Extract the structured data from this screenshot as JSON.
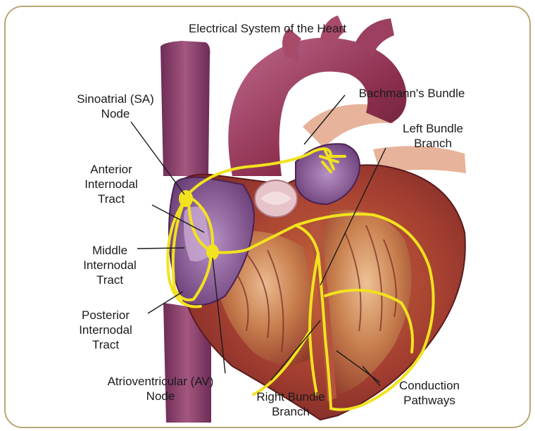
{
  "title": "Electrical System of the Heart",
  "labels": {
    "sa_node": [
      "Sinoatrial (SA)",
      "Node"
    ],
    "anterior_tract": [
      "Anterior",
      "Internodal",
      "Tract"
    ],
    "middle_tract": [
      "Middle",
      "Internodal",
      "Tract"
    ],
    "posterior_tract": [
      "Posterior",
      "Internodal",
      "Tract"
    ],
    "av_node": [
      "Atrioventricular (AV)",
      "Node"
    ],
    "bachmanns_bundle": [
      "Bachmann's Bundle"
    ],
    "left_bundle_branch": [
      "Left Bundle",
      "Branch"
    ],
    "right_bundle_branch": [
      "Right Bundle",
      "Branch"
    ],
    "conduction_pathways": [
      "Conduction",
      "Pathways"
    ]
  },
  "colors": {
    "border": "#b9a874",
    "conduction": "#f2e21f",
    "muscle": "#9b3a3c",
    "vessel": "#8a3f6a",
    "chamber": "#7d4a8a"
  }
}
